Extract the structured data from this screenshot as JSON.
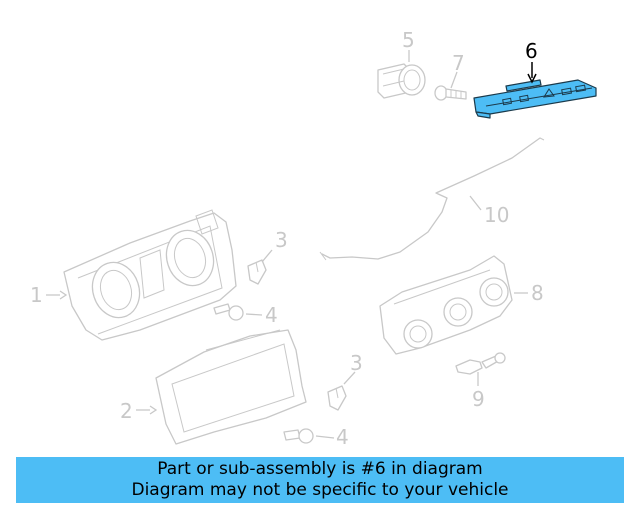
{
  "colors": {
    "banner_bg": "#4dbdf5",
    "highlight_fill": "#4dbdf5",
    "part_line": "#c8c8c8",
    "highlight_callout": "#000000"
  },
  "callouts": [
    {
      "id": "1",
      "label": "1"
    },
    {
      "id": "2",
      "label": "2"
    },
    {
      "id": "3a",
      "label": "3"
    },
    {
      "id": "3b",
      "label": "3"
    },
    {
      "id": "4a",
      "label": "4"
    },
    {
      "id": "4b",
      "label": "4"
    },
    {
      "id": "5",
      "label": "5"
    },
    {
      "id": "6",
      "label": "6",
      "highlighted": true
    },
    {
      "id": "7",
      "label": "7"
    },
    {
      "id": "8",
      "label": "8"
    },
    {
      "id": "9",
      "label": "9"
    },
    {
      "id": "10",
      "label": "10"
    }
  ],
  "banner": {
    "line1": "Part or sub-assembly is #6 in diagram",
    "line2": "Diagram may not be specific to your vehicle"
  }
}
